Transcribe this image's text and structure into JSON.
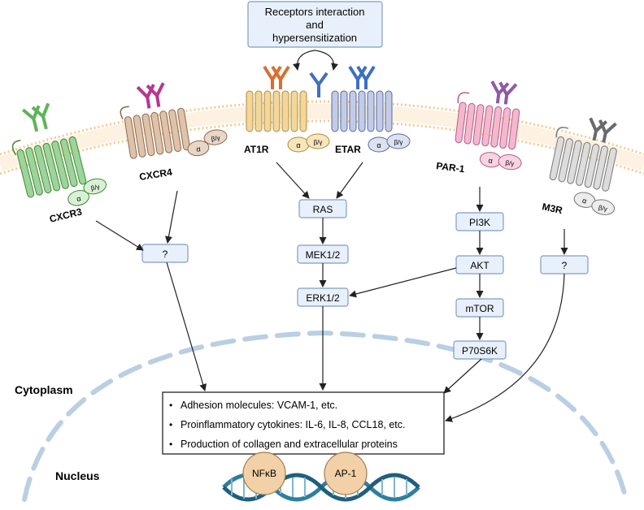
{
  "header": {
    "line1": "Receptors interaction",
    "line2": "and",
    "line3": "hypersensitization"
  },
  "receptors": {
    "cxcr3": "CXCR3",
    "cxcr4": "CXCR4",
    "at1r": "AT1R",
    "etar": "ETAR",
    "par1": "PAR-1",
    "m3r": "M3R"
  },
  "subunits": {
    "alpha": "α",
    "beta_gamma": "β/γ"
  },
  "nodes": {
    "unknown_left": "?",
    "ras": "RAS",
    "mek": "MEK1/2",
    "erk": "ERK1/2",
    "pi3k": "PI3K",
    "akt": "AKT",
    "mtor": "mTOR",
    "p70s6k": "P70S6K",
    "unknown_right": "?"
  },
  "effects": [
    "Adhesion molecules: VCAM-1, etc.",
    "Proinflammatory cytokines: IL-6, IL-8, CCL18, etc.",
    "Production of collagen and extracellular proteins"
  ],
  "regions": {
    "cytoplasm": "Cytoplasm",
    "nucleus": "Nucleus"
  },
  "transcription_factors": {
    "nfkb": "NFκB",
    "ap1": "AP-1"
  },
  "colors": {
    "cxcr3": "#5fb35a",
    "cxcr4": "#e0c2a8",
    "cxcr4_antibody": "#b5378f",
    "at1r": "#f3d79a",
    "at1r_antibody": "#d8702e",
    "etar": "#c3cce6",
    "etar_antibody": "#3f6fc0",
    "par1": "#f4b7cf",
    "par1_antibody": "#8d5aa8",
    "m3r": "#dcdcdc",
    "m3r_antibody": "#6a6a6a",
    "membrane": "#f6c98f",
    "node_fill": "#e8f0fb",
    "nucleus_dash": "#b9cfe3",
    "tf_fill": "#f2d0a8"
  }
}
